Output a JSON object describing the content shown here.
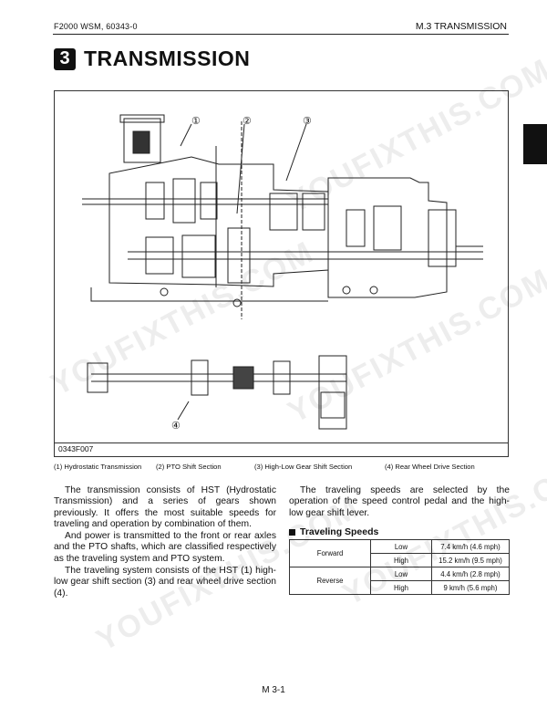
{
  "header": {
    "left": "F2000  WSM, 60343-0",
    "right": "M.3 TRANSMISSION"
  },
  "section": {
    "number": "3",
    "title": "TRANSMISSION"
  },
  "figure": {
    "code": "0343F007",
    "callouts": [
      "①",
      "②",
      "③",
      "④"
    ]
  },
  "captions": [
    "(1)  Hydrostatic Transmission",
    "(2)  PTO Shift Section",
    "(3)  High-Low Gear Shift Section",
    "(4)  Rear Wheel Drive Section"
  ],
  "left_paragraphs": [
    "The transmission consists of HST (Hydrostatic Transmission) and a series of gears shown previously. It offers the most suitable speeds for traveling and operation by combination of them.",
    "And power is transmitted to the front or rear axles and the PTO shafts, which are classified respectively as the traveling system and PTO system.",
    "The traveling system consists of the HST (1) high-low gear shift section (3) and rear wheel drive section (4)."
  ],
  "right_paragraph": "The traveling speeds are selected by the operation of the speed control pedal and the high-low gear shift lever.",
  "traveling_speeds": {
    "title": "Traveling Speeds",
    "rows": [
      {
        "direction": "Forward",
        "low_label": "Low",
        "low_value": "7.4 km/h (4.6 mph)",
        "high_label": "High",
        "high_value": "15.2 km/h (9.5 mph)"
      },
      {
        "direction": "Reverse",
        "low_label": "Low",
        "low_value": "4.4 km/h (2.8 mph)",
        "high_label": "High",
        "high_value": "9 km/h (5.6 mph)"
      }
    ]
  },
  "watermark": "YOUFIXTHIS.COM",
  "footer": {
    "page": "M 3-1"
  }
}
